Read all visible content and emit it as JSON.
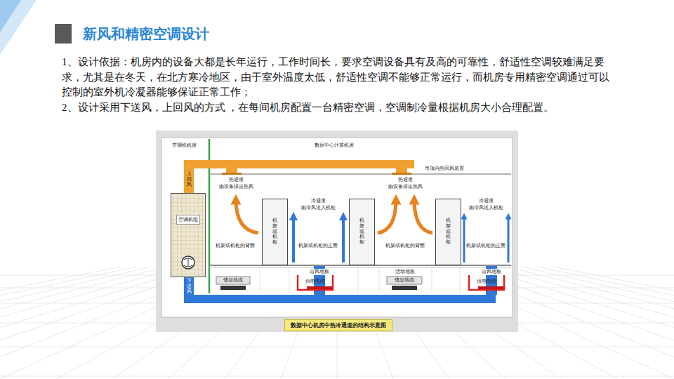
{
  "diagram": {
    "title": "新风和精密空调设计",
    "caption": "数据中心机房中热冷通道的结构示意图",
    "nodes": [
      {
        "text": [
          "空调机组"
        ]
      },
      {
        "text": [
          "机架或机柜"
        ]
      },
      {
        "text": [
          "机架或机柜"
        ]
      },
      {
        "text": [
          "机架或机柜"
        ]
      }
    ],
    "labels": [
      "1、设计依据：机房内的设备大都是长年运行，工作时间长，要求空调设备具有及高的可靠性，舒适性空调较难满足要求，尤其是在冬天，在北方寒冷地区，由于室外温度太低，舒适性空调不能够正常运行，而机房专用精密空调通过可以控制的室外机冷凝器能够保证正常工作；",
      "2、设计采用下送风，上回风的方式 ，在每间机房配置一台精密空调，空调制冷量根据机房大小合理配置。",
      "空调机机房",
      "数据中心计算机房",
      "吊顶内的回风装置",
      "上回风",
      "热通道",
      "由设备排出热风",
      "冷通道",
      "由冷风送入机柜",
      "热通道",
      "由设备排出热风",
      "冷通道",
      "由冷风送入机柜",
      "机架或机柜的背面",
      "机架或机柜的正面",
      "机架或机柜的背面",
      "机架或机柜的正面",
      "下送风",
      "信息线缆",
      "出风地板",
      "供电电缆",
      "活动地板",
      "信息线缆",
      "供电电缆",
      "出风地板"
    ]
  }
}
